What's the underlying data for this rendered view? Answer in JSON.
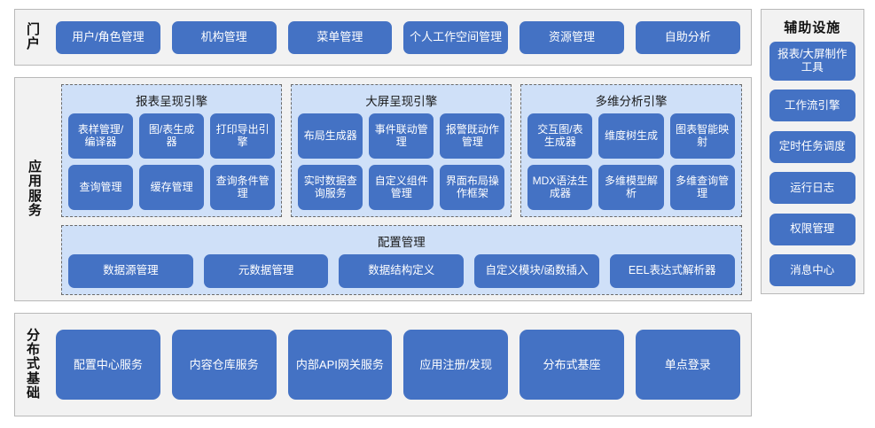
{
  "theme": {
    "node_fill": "#4472c4",
    "panel_fill": "#cfe0f8",
    "section_fill": "#f2f2f2",
    "section_border": "#b9b9b9",
    "panel_border": "#6b6b6b",
    "node_text": "#ffffff",
    "label_text": "#111111"
  },
  "portal": {
    "label": "门户",
    "items": [
      {
        "label": "用户/角色管理"
      },
      {
        "label": "机构管理"
      },
      {
        "label": "菜单管理"
      },
      {
        "label": "个人工作空间管理"
      },
      {
        "label": "资源管理"
      },
      {
        "label": "自助分析"
      }
    ]
  },
  "app_services": {
    "label": "应用服务",
    "engines": [
      {
        "title": "报表呈现引擎",
        "items": [
          {
            "label": "表样管理/编译器"
          },
          {
            "label": "图/表生成器"
          },
          {
            "label": "打印导出引擎"
          },
          {
            "label": "查询管理"
          },
          {
            "label": "缓存管理"
          },
          {
            "label": "查询条件管理"
          }
        ]
      },
      {
        "title": "大屏呈现引擎",
        "items": [
          {
            "label": "布局生成器"
          },
          {
            "label": "事件联动管理"
          },
          {
            "label": "报警既动作管理"
          },
          {
            "label": "实时数据查询服务"
          },
          {
            "label": "自定义组件管理"
          },
          {
            "label": "界面布局操作框架"
          }
        ]
      },
      {
        "title": "多维分析引擎",
        "items": [
          {
            "label": "交互图/表生成器"
          },
          {
            "label": "维度树生成"
          },
          {
            "label": "图表智能映射"
          },
          {
            "label": "MDX语法生成器"
          },
          {
            "label": "多维模型解析"
          },
          {
            "label": "多维查询管理"
          }
        ]
      }
    ],
    "config_panel": {
      "title": "配置管理",
      "items": [
        {
          "label": "数据源管理"
        },
        {
          "label": "元数据管理"
        },
        {
          "label": "数据结构定义"
        },
        {
          "label": "自定义模块/函数插入"
        },
        {
          "label": "EEL表达式解析器"
        }
      ]
    }
  },
  "distributed_base": {
    "label": "分布式基础",
    "items": [
      {
        "label": "配置中心服务"
      },
      {
        "label": "内容仓库服务"
      },
      {
        "label": "内部API网关服务"
      },
      {
        "label": "应用注册/发现"
      },
      {
        "label": "分布式基座"
      },
      {
        "label": "单点登录"
      }
    ]
  },
  "aux_facilities": {
    "title": "辅助设施",
    "items": [
      {
        "label": "报表/大屏制作工具"
      },
      {
        "label": "工作流引擎"
      },
      {
        "label": "定时任务调度"
      },
      {
        "label": "运行日志"
      },
      {
        "label": "权限管理"
      },
      {
        "label": "消息中心"
      }
    ]
  }
}
